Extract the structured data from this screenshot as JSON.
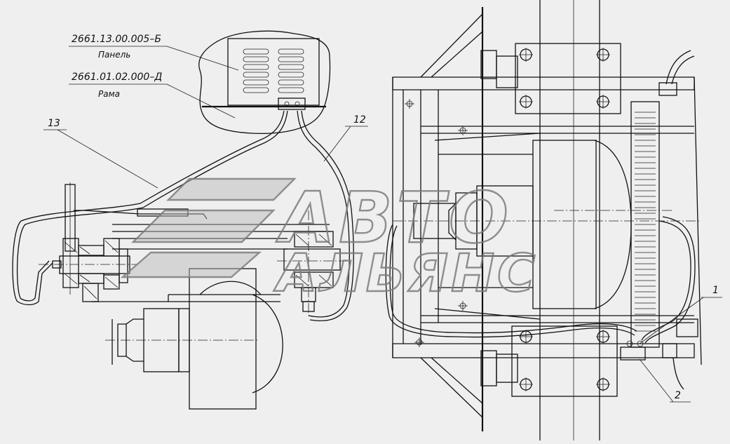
{
  "labels": {
    "panel_code": "2661.13.00.005–Б",
    "panel_name": "Панель",
    "frame_code": "2661.01.02.000–Д",
    "frame_name": "Рама",
    "pos_13": "13",
    "pos_12": "12",
    "pos_1": "1",
    "pos_2": "2"
  },
  "watermark": {
    "line1": "АВТО",
    "line2": "АЛЬЯНС"
  },
  "colors": {
    "background": "#efefef",
    "ink": "#111111",
    "watermark": "#7d7d7d"
  }
}
